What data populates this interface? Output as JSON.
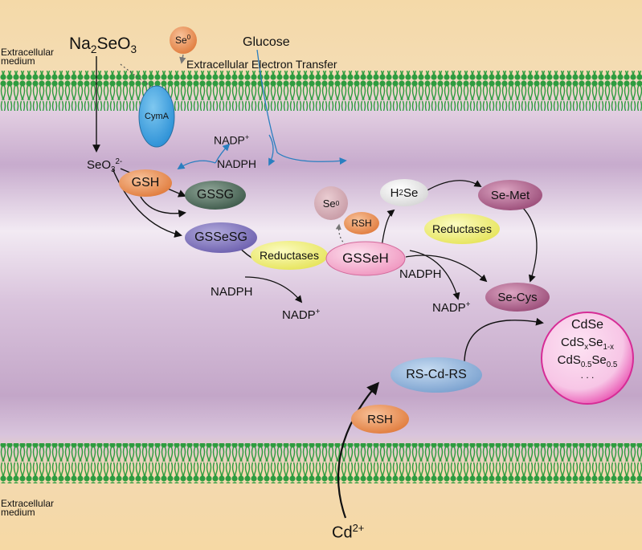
{
  "regions": {
    "top_medium": "Extracellular medium",
    "bottom_medium": "Extracellular medium"
  },
  "inputs": {
    "selenite_source": "Na2SeO3",
    "glucose": "Glucose",
    "cadmium": "Cd2+"
  },
  "top_labels": {
    "se0_out": "Se0",
    "eet": "Extracellular Electron Transfer",
    "cyma": "CymA"
  },
  "intermediates": {
    "selenite": "SeO32-",
    "gsh": "GSH",
    "gssg": "GSSG",
    "gssesg": "GSSeSG",
    "gsseh": "GSSeH",
    "se0_in": "Se0",
    "rsh_mid": "RSH",
    "h2se": "H2Se",
    "se_met": "Se-Met",
    "se_cys": "Se-Cys",
    "reductases_1": "Reductases",
    "reductases_2": "Reductases",
    "rs_cd_rs": "RS-Cd-RS",
    "rsh_low": "RSH"
  },
  "cofactors": {
    "nadp_top": "NADP+",
    "nadph_top": "NADPH",
    "nadph_left": "NADPH",
    "nadp_left": "NADP+",
    "nadph_right": "NADPH",
    "nadp_right": "NADP+"
  },
  "products": {
    "title": "CdSe",
    "line2": "CdSxSe1-x",
    "line3": "CdS0.5Se0.5",
    "ellipsis": ". . ."
  },
  "colors": {
    "membrane_green": "#2f9a3e",
    "cytoplasm_purple": "#c9b4d3",
    "medium_orange": "#f6d9a5",
    "electron_arrow_blue": "#2a7fc0",
    "gsh_orange": "#e38a4f",
    "gssg_dark": "#4f6b5c",
    "gssesg_purple": "#7a6fb3",
    "gsseh_pink": "#f2a4c8",
    "reductase_yellow": "#ecec6a",
    "se_met_mauve": "#a55a82",
    "rs_cd_rs_blue": "#86aad5",
    "product_magenta": "#e23ca6",
    "cyma_blue": "#3aa0df"
  }
}
